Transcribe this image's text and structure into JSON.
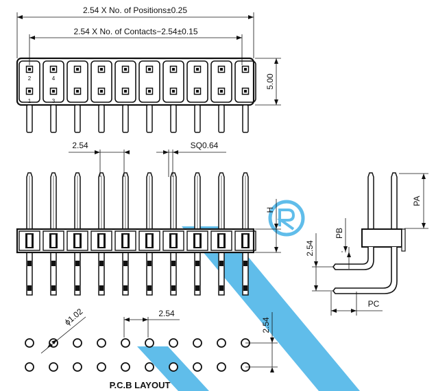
{
  "dimensions": {
    "total_length": "2.54 X No. of Positions±0.25",
    "contact_span": "2.54 X No. of Contacts−2.54±0.15",
    "height_500": "5.00",
    "pitch_side": "2.54",
    "pin_square": "SQ0.64",
    "h": "H",
    "pa": "PA",
    "pb": "PB",
    "pitch_right": "2.54",
    "pc": "PC",
    "hole_dia": "ϕ1.02",
    "pcb_pitch_h": "2.54",
    "pcb_pitch_v": "2.54"
  },
  "pin_numbers": {
    "top_left": "2",
    "top_second": "4",
    "bottom_left": "1",
    "bottom_second": "3"
  },
  "pcb_title": "P.C.B LAYOUT",
  "positions": 10,
  "colors": {
    "watermark": "#4fb6e8",
    "line": "#111111"
  }
}
